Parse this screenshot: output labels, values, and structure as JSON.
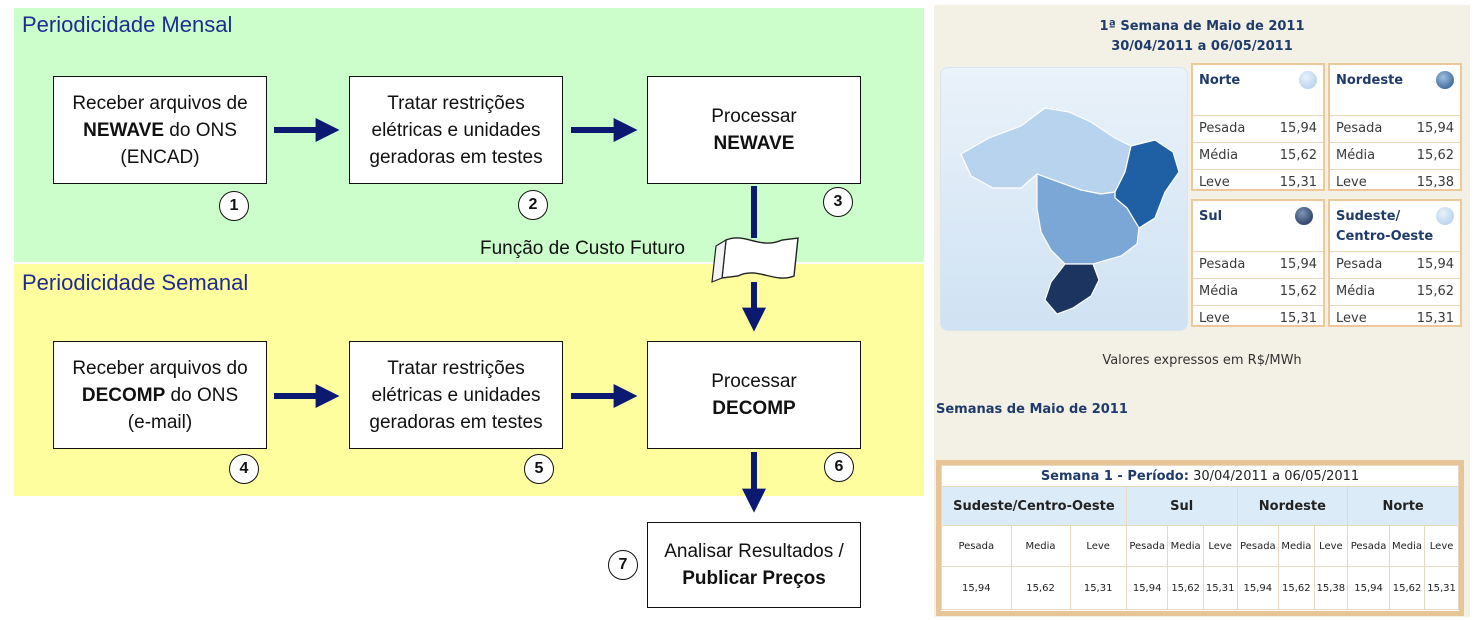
{
  "flow": {
    "monthly_title": "Periodicidade Mensal",
    "weekly_title": "Periodicidade Semanal",
    "fcf_label": "Função de Custo Futuro",
    "boxes": [
      {
        "pre": "Receber arquivos de",
        "bold": "NEWAVE",
        "post": " do ONS",
        "line3": "(ENCAD)",
        "num": "1"
      },
      {
        "l1": "Tratar restrições",
        "l2": "elétricas e unidades",
        "l3": "geradoras em testes",
        "num": "2"
      },
      {
        "l1": "Processar",
        "bold": "NEWAVE",
        "num": "3"
      },
      {
        "pre": "Receber arquivos do",
        "bold": "DECOMP",
        "post": " do ONS",
        "line3": "(e-mail)",
        "num": "4"
      },
      {
        "l1": "Tratar restrições",
        "l2": "elétricas e unidades",
        "l3": "geradoras em testes",
        "num": "5"
      },
      {
        "l1": "Processar",
        "bold": "DECOMP",
        "num": "6"
      },
      {
        "l1": "Analisar Resultados /",
        "bold": "Publicar Preços",
        "num": "7"
      }
    ]
  },
  "panel": {
    "week_title": "1ª Semana de Maio de 2011",
    "week_range": "30/04/2011 a 06/05/2011",
    "regions": [
      {
        "name": "Norte",
        "rows": [
          [
            "Pesada",
            "15,94"
          ],
          [
            "Média",
            "15,62"
          ],
          [
            "Leve",
            "15,31"
          ]
        ],
        "dot_color": "#a9c9e8"
      },
      {
        "name": "Nordeste",
        "rows": [
          [
            "Pesada",
            "15,94"
          ],
          [
            "Média",
            "15,62"
          ],
          [
            "Leve",
            "15,38"
          ]
        ],
        "dot_color": "#2e6aa8"
      },
      {
        "name": "Sul",
        "rows": [
          [
            "Pesada",
            "15,94"
          ],
          [
            "Média",
            "15,62"
          ],
          [
            "Leve",
            "15,31"
          ]
        ],
        "dot_color": "#1a2f58"
      },
      {
        "name": "Sudeste/",
        "name2": "Centro-Oeste",
        "rows": [
          [
            "Pesada",
            "15,94"
          ],
          [
            "Média",
            "15,62"
          ],
          [
            "Leve",
            "15,31"
          ]
        ],
        "dot_color": "#a9c9e8"
      }
    ],
    "units": "Valores expressos em R$/MWh",
    "weeks_title": "Semanas de Maio de 2011",
    "table": {
      "head_bold": "Semana 1 - Período:",
      "head_range": "30/04/2011 a 06/05/2011",
      "regions": [
        "Sudeste/Centro-Oeste",
        "Sul",
        "Nordeste",
        "Norte"
      ],
      "sub": [
        "Pesada",
        "Media",
        "Leve"
      ],
      "values": [
        "15,94",
        "15,62",
        "15,31",
        "15,94",
        "15,62",
        "15,31",
        "15,94",
        "15,62",
        "15,38",
        "15,94",
        "15,62",
        "15,31"
      ]
    },
    "colors": {
      "norte": "#b8d3ee",
      "nordeste": "#1f5fa3",
      "sudeste": "#7aa7d6",
      "sul": "#1c3560"
    }
  }
}
